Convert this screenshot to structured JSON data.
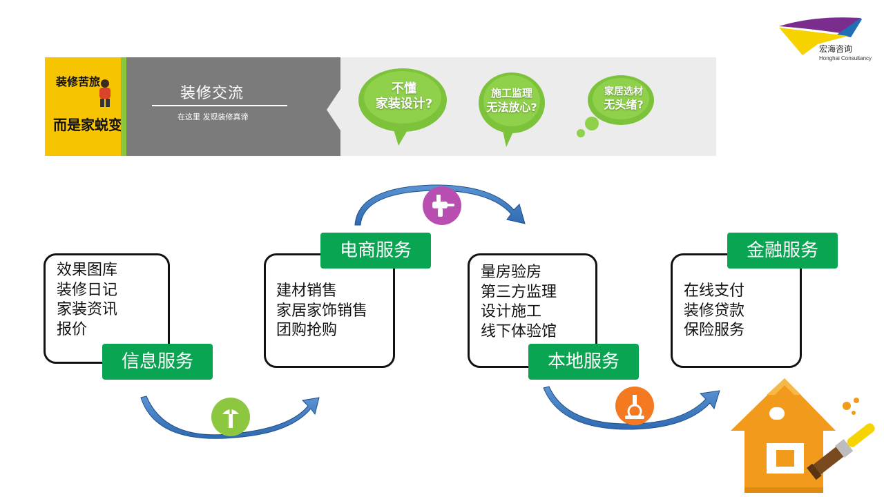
{
  "logo": {
    "name": "宏海咨询",
    "sub": "Honghai Consultancy",
    "colors": {
      "purple": "#7b2d8e",
      "blue": "#1e6fb5",
      "yellow": "#f6d200"
    }
  },
  "banner": {
    "left_text_1": "装修苦旅",
    "left_text_2": "而是家蜕变",
    "title": "装修交流",
    "subtitle": "在这里 发现装修真谛",
    "bubbles": [
      {
        "line1": "不懂",
        "line2": "家装设计?"
      },
      {
        "line1": "施工监理",
        "line2": "无法放心?"
      },
      {
        "line1": "家居选材",
        "line2": "无头绪?"
      }
    ]
  },
  "services": [
    {
      "label": "信息服务",
      "items": [
        "效果图库",
        "装修日记",
        "家装资讯",
        "报价"
      ]
    },
    {
      "label": "电商服务",
      "items": [
        "建材销售",
        "家居家饰销售",
        "团购抢购"
      ]
    },
    {
      "label": "本地服务",
      "items": [
        "量房验房",
        "第三方监理",
        "设计施工",
        "线下体验馆"
      ]
    },
    {
      "label": "金融服务",
      "items": [
        "在线支付",
        "装修贷款",
        "保险服务"
      ]
    }
  ],
  "colors": {
    "label_green": "#0aa553",
    "arrow_blue": "#4f86c6",
    "icon_green": "#8dc63f",
    "icon_purple": "#b84fb0",
    "icon_orange": "#f47920",
    "house_orange": "#f29a1b"
  },
  "icons": [
    "screw-icon",
    "drill-icon",
    "cordless-drill-icon",
    "house-paint-icon"
  ]
}
